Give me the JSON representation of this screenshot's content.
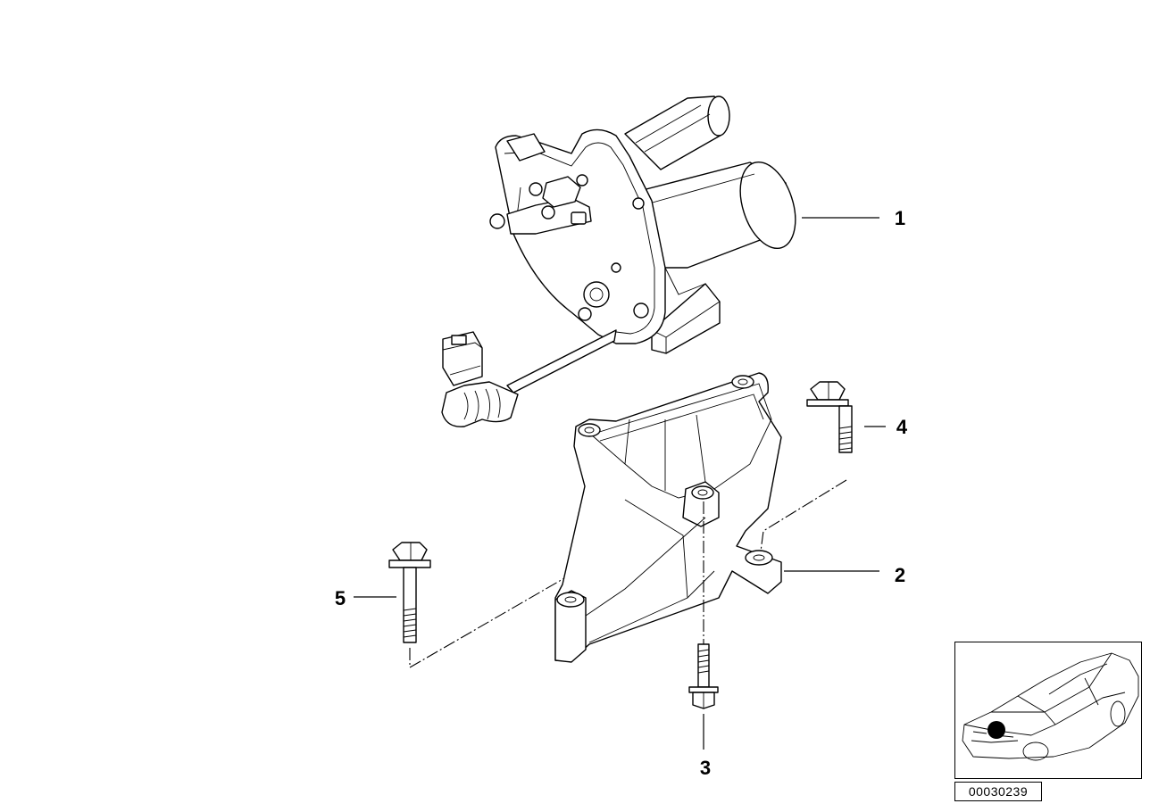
{
  "callouts": [
    {
      "id": "1",
      "label": "1"
    },
    {
      "id": "2",
      "label": "2"
    },
    {
      "id": "3",
      "label": "3"
    },
    {
      "id": "4",
      "label": "4"
    },
    {
      "id": "5",
      "label": "5"
    }
  ],
  "diagram_number": "00030239",
  "colors": {
    "line": "#000000",
    "background": "#ffffff",
    "location_marker": "#000000"
  },
  "icons": {
    "thumbnail": "car-location-thumbnail-icon",
    "marker": "location-dot-icon"
  }
}
